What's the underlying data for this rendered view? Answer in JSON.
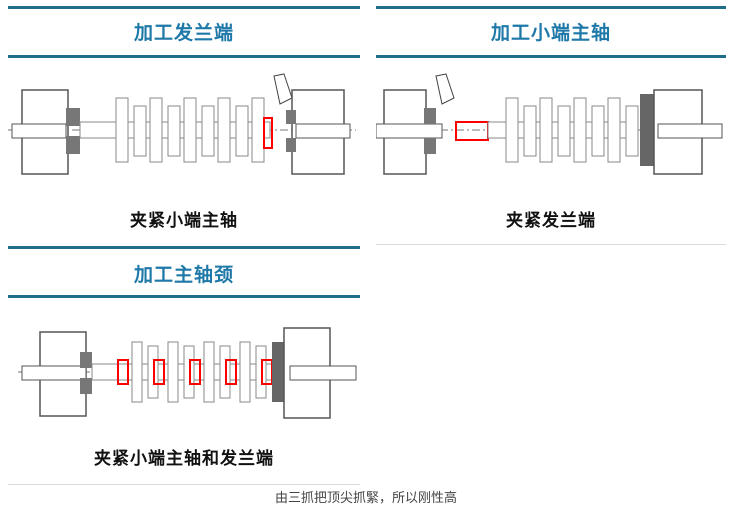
{
  "panels": [
    {
      "title": "加工发兰端",
      "caption": "夹紧小端主轴"
    },
    {
      "title": "加工小端主轴",
      "caption": "夹紧发兰端"
    },
    {
      "title": "加工主轴颈",
      "caption": "夹紧小端主轴和发兰端"
    }
  ],
  "footer": "由三抓把顶尖抓緊，所以刚性高",
  "colors": {
    "accent": "#1f6f8b",
    "title": "#1e78a8",
    "highlight": "#ff0000"
  }
}
